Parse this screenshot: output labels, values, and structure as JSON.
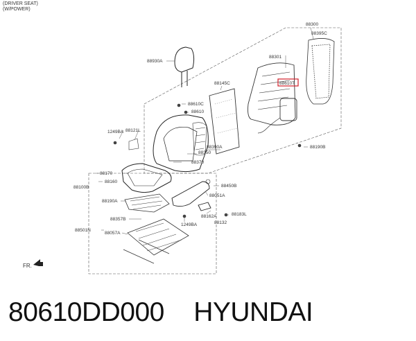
{
  "header": {
    "line1": "(DRIVER SEAT)",
    "line2": "(W/POWER)"
  },
  "direction_label": "FR.",
  "highlight_color": "#d0202a",
  "parts": {
    "p88300": "88300",
    "p88395C": "88395C",
    "p88301": "88301",
    "p88610T": "88610T",
    "p88930A": "88930A",
    "p88145C": "88145C",
    "p88610C": "88610C",
    "p88610": "88610",
    "p1249BA_a": "1249BA",
    "p88121L": "88121L",
    "p88390A": "88390A",
    "p88350": "88350",
    "p88370": "88370",
    "p88190B": "88190B",
    "p88170": "88170",
    "p88160": "88160",
    "p88100B": "88100B",
    "p88450B": "88450B",
    "p88051A": "88051A",
    "p88190A": "88190A",
    "p88357B": "88357B",
    "p1249BA_b": "1249BA",
    "p88162A": "88162A",
    "p88183L": "88183L",
    "p88132": "88132",
    "p88501N": "88501N",
    "p88057A": "88057A"
  },
  "footer": {
    "part_number": "80610DD000",
    "brand": "HYUNDAI"
  }
}
